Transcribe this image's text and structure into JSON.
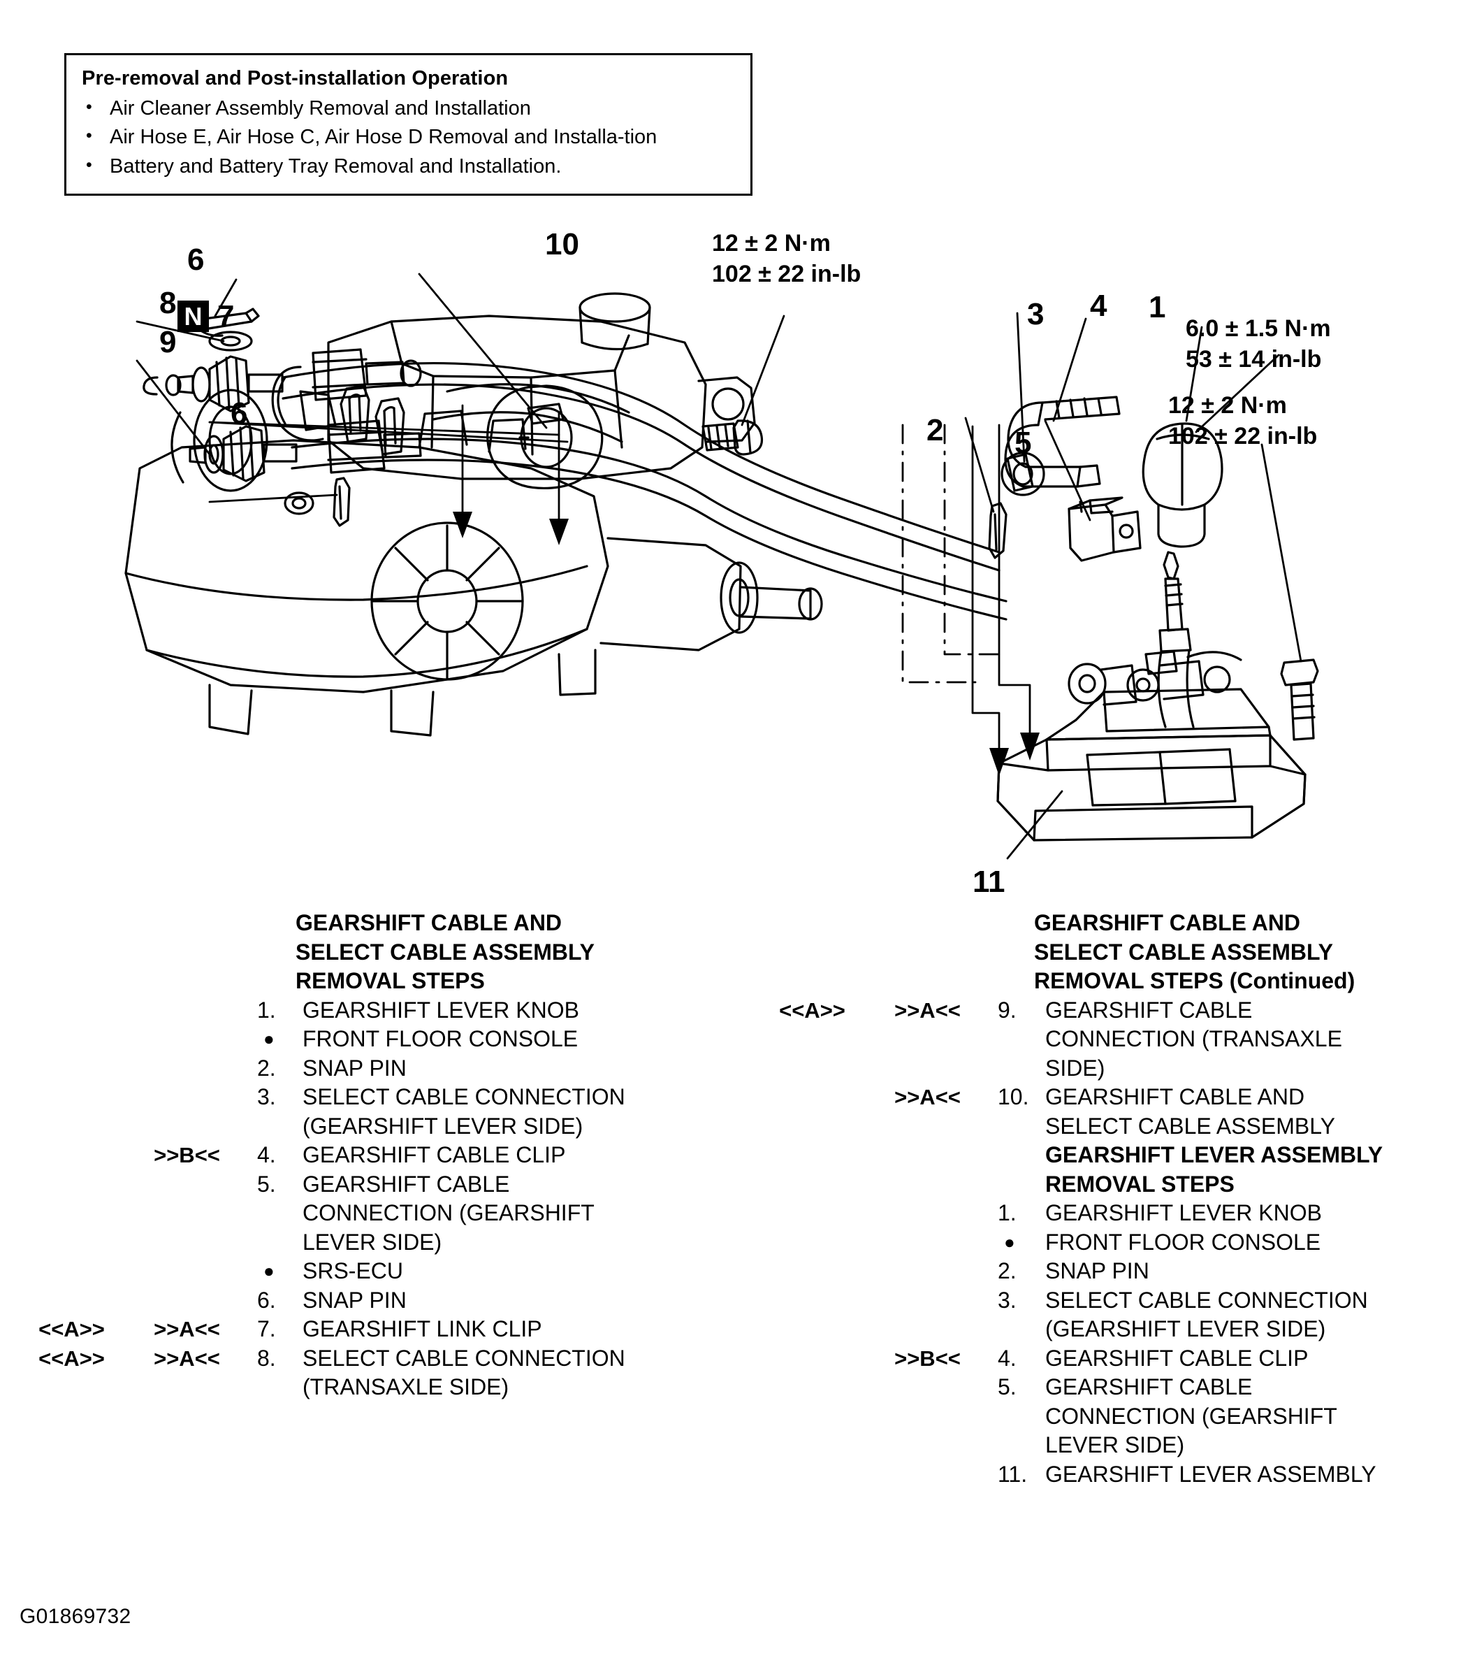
{
  "note": {
    "title": "Pre-removal and Post-installation Operation",
    "bullet_glyph": "•",
    "items": [
      "Air Cleaner Assembly Removal and Installation",
      "Air Hose E, Air Hose C, Air Hose D Removal and Installa-​tion",
      "Battery and Battery Tray Removal and Installation."
    ]
  },
  "diagram": {
    "callouts": [
      {
        "id": "callout-6-upper",
        "label": "6"
      },
      {
        "id": "callout-8",
        "label": "8"
      },
      {
        "id": "callout-9",
        "label": "9"
      },
      {
        "id": "callout-7",
        "label": "7"
      },
      {
        "id": "callout-6-lower",
        "label": "6"
      },
      {
        "id": "callout-10",
        "label": "10"
      },
      {
        "id": "callout-3",
        "label": "3"
      },
      {
        "id": "callout-4",
        "label": "4"
      },
      {
        "id": "callout-1",
        "label": "1"
      },
      {
        "id": "callout-2",
        "label": "2"
      },
      {
        "id": "callout-5",
        "label": "5"
      },
      {
        "id": "callout-11",
        "label": "11"
      }
    ],
    "nut_marker": {
      "letter": "N",
      "number": "7"
    },
    "torque_specs": [
      {
        "id": "torque-transaxle-bolt",
        "metric": "12 ± 2 N·m",
        "imperial": "102 ± 22 in-lb"
      },
      {
        "id": "torque-knob",
        "metric": "6.0 ± 1.5 N·m",
        "imperial": "53 ± 14 in-lb"
      },
      {
        "id": "torque-lever-assembly-bolt",
        "metric": "12 ± 2 N·m",
        "imperial": "102 ± 22 in-lb"
      }
    ]
  },
  "steps_left": {
    "heading": [
      "GEARSHIFT CABLE AND",
      "SELECT CABLE ASSEMBLY",
      "REMOVAL STEPS"
    ],
    "rows": [
      {
        "mk1": "",
        "mk2": "",
        "num": "1.",
        "text": "GEARSHIFT LEVER KNOB"
      },
      {
        "mk1": "",
        "mk2": "",
        "bullet": "●",
        "text": "FRONT FLOOR CONSOLE"
      },
      {
        "mk1": "",
        "mk2": "",
        "num": "2.",
        "text": "SNAP PIN"
      },
      {
        "mk1": "",
        "mk2": "",
        "num": "3.",
        "text": "SELECT CABLE CONNECTION"
      },
      {
        "mk1": "",
        "mk2": "",
        "num": "",
        "text": "(GEARSHIFT LEVER SIDE)"
      },
      {
        "mk1": "",
        "mk2": ">>B<<",
        "num": "4.",
        "text": "GEARSHIFT CABLE CLIP"
      },
      {
        "mk1": "",
        "mk2": "",
        "num": "5.",
        "text": "GEARSHIFT CABLE"
      },
      {
        "mk1": "",
        "mk2": "",
        "num": "",
        "text": "CONNECTION (GEARSHIFT"
      },
      {
        "mk1": "",
        "mk2": "",
        "num": "",
        "text": "LEVER SIDE)"
      },
      {
        "mk1": "",
        "mk2": "",
        "bullet": "●",
        "text": "SRS-ECU"
      },
      {
        "mk1": "",
        "mk2": "",
        "num": "6.",
        "text": "SNAP PIN"
      },
      {
        "mk1": "<<A>>",
        "mk2": ">>A<<",
        "num": "7.",
        "text": "GEARSHIFT LINK CLIP"
      },
      {
        "mk1": "<<A>>",
        "mk2": ">>A<<",
        "num": "8.",
        "text": "SELECT CABLE CONNECTION"
      },
      {
        "mk1": "",
        "mk2": "",
        "num": "",
        "text": "(TRANSAXLE SIDE)"
      }
    ]
  },
  "steps_right": {
    "heading": [
      "GEARSHIFT CABLE AND",
      "SELECT CABLE ASSEMBLY",
      "REMOVAL STEPS (Continued)"
    ],
    "rows": [
      {
        "mk1": "<<A>>",
        "mk2": ">>A<<",
        "num": "9.",
        "text": "GEARSHIFT CABLE"
      },
      {
        "mk1": "",
        "mk2": "",
        "num": "",
        "text": "CONNECTION (TRANSAXLE"
      },
      {
        "mk1": "",
        "mk2": "",
        "num": "",
        "text": "SIDE)"
      },
      {
        "mk1": "",
        "mk2": ">>A<<",
        "num": "10.",
        "text": "GEARSHIFT CABLE AND"
      },
      {
        "mk1": "",
        "mk2": "",
        "num": "",
        "text": "SELECT CABLE ASSEMBLY"
      },
      {
        "mk1": "",
        "mk2": "",
        "num": "",
        "text": "GEARSHIFT LEVER ASSEMBLY",
        "bold": true
      },
      {
        "mk1": "",
        "mk2": "",
        "num": "",
        "text": "REMOVAL STEPS",
        "bold": true
      },
      {
        "mk1": "",
        "mk2": "",
        "num": "1.",
        "text": "GEARSHIFT LEVER KNOB"
      },
      {
        "mk1": "",
        "mk2": "",
        "bullet": "●",
        "text": "FRONT FLOOR CONSOLE"
      },
      {
        "mk1": "",
        "mk2": "",
        "num": "2.",
        "text": "SNAP PIN"
      },
      {
        "mk1": "",
        "mk2": "",
        "num": "3.",
        "text": "SELECT CABLE CONNECTION"
      },
      {
        "mk1": "",
        "mk2": "",
        "num": "",
        "text": "(GEARSHIFT LEVER SIDE)"
      },
      {
        "mk1": "",
        "mk2": ">>B<<",
        "num": "4.",
        "text": "GEARSHIFT CABLE CLIP"
      },
      {
        "mk1": "",
        "mk2": "",
        "num": "5.",
        "text": "GEARSHIFT CABLE"
      },
      {
        "mk1": "",
        "mk2": "",
        "num": "",
        "text": "CONNECTION (GEARSHIFT"
      },
      {
        "mk1": "",
        "mk2": "",
        "num": "",
        "text": "LEVER SIDE)"
      },
      {
        "mk1": "",
        "mk2": "",
        "num": "11.",
        "text": "GEARSHIFT LEVER ASSEMBLY"
      }
    ]
  },
  "figure_id": "G01869732"
}
